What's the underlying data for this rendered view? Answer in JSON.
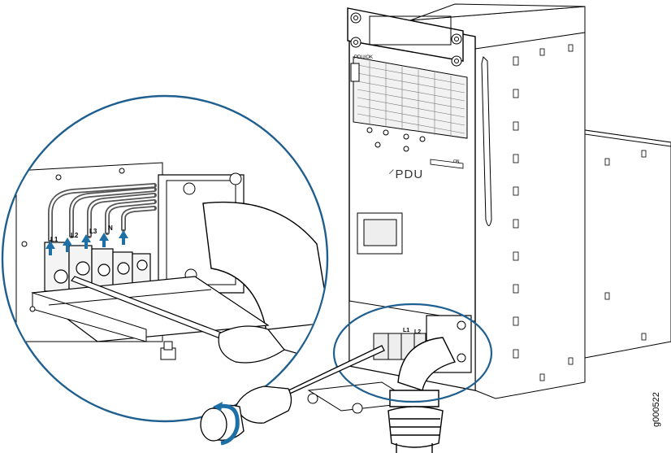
{
  "figure": {
    "id": "g000522",
    "led_label": "PDU/OK",
    "brand_label": "PDU",
    "switch_label": "ON",
    "terminal_labels_zoom": [
      "L1",
      "L2",
      "L3",
      "N"
    ],
    "terminal_labels_device": [
      "L1",
      "L2"
    ],
    "colors": {
      "outline": "#000000",
      "accent": "#1e6fa6",
      "circle": "#1f5f8f",
      "fill": "#ffffff",
      "shade": "#eeeeee"
    },
    "icons": [
      "screwdriver",
      "rotation-arrow",
      "insert-arrow",
      "power-cord",
      "pdu-device",
      "zoom-circle"
    ]
  }
}
